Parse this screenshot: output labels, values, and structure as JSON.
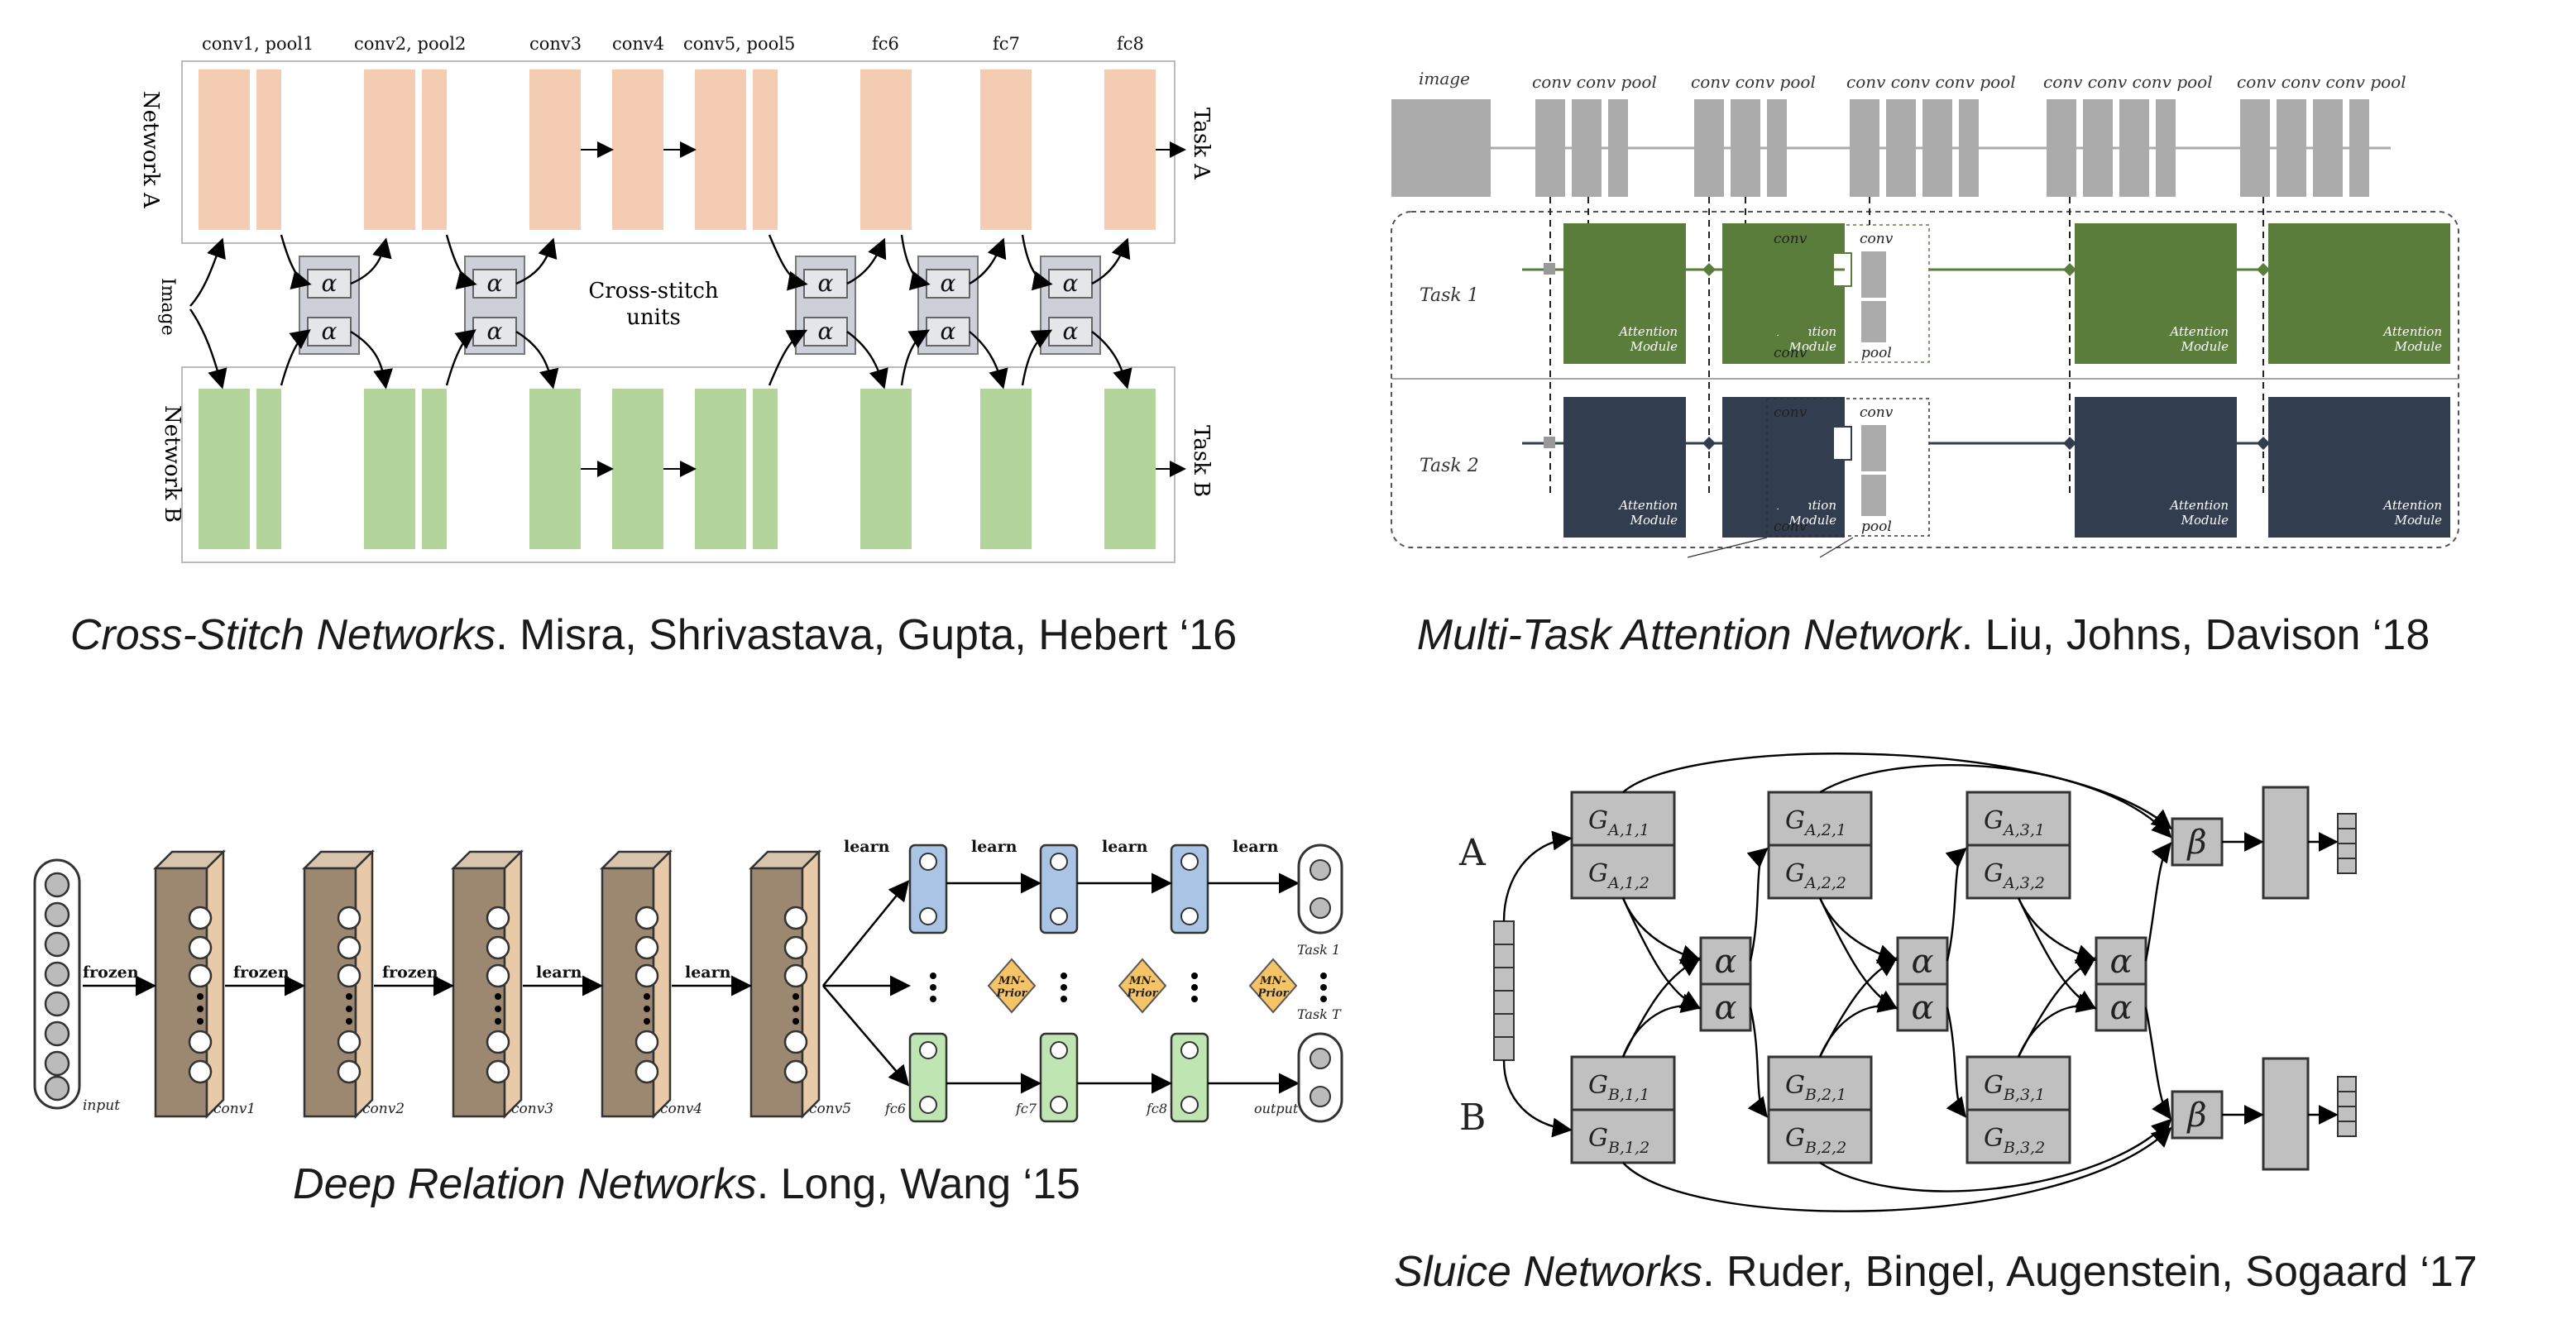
{
  "colors": {
    "orange": "#f4ccb2",
    "green_light": "#b3d59b",
    "attn_green": "#5a7d3c",
    "attn_navy": "#333d50",
    "gray_box": "#ababab",
    "sluice_gray": "#c0c0c0",
    "drn_block": "#9c8870",
    "drn_face": "#e8c9a8",
    "drn_blue": "#a9c4e4",
    "drn_green": "#bfe6b2",
    "drn_prior": "#f6c467"
  },
  "cross_stitch": {
    "labels": [
      "conv1, pool1",
      "conv2, pool2",
      "conv3",
      "conv4",
      "conv5, pool5",
      "fc6",
      "fc7",
      "fc8"
    ],
    "network_a": "Network A",
    "network_b": "Network B",
    "task_a": "Task A",
    "task_b": "Task B",
    "image": "Image",
    "units_line1": "Cross-stitch",
    "units_line2": "units",
    "alpha": "α",
    "caption_title": "Cross-Stitch Networks",
    "caption_rest": ". Misra, Shrivastava, Gupta, Hebert ‘16"
  },
  "mtan": {
    "image": "image",
    "stage_labels": [
      "conv conv pool",
      "conv conv pool",
      "conv conv conv pool",
      "conv conv conv pool",
      "conv conv conv pool"
    ],
    "task1": "Task 1",
    "task2": "Task 2",
    "attn1": "Attention",
    "attn2": "Module",
    "conv": "conv",
    "pool": "pool",
    "caption_title": "Multi-Task Attention Network",
    "caption_rest": ". Liu, Johns, Davison ‘18"
  },
  "drn": {
    "edge_labels": [
      "frozen",
      "frozen",
      "frozen",
      "learn",
      "learn"
    ],
    "layer_labels": [
      "input",
      "conv1",
      "conv2",
      "conv3",
      "conv4",
      "conv5"
    ],
    "fc_labels": [
      "fc6",
      "fc7",
      "fc8",
      "output"
    ],
    "learn": "learn",
    "prior1": "MN-",
    "prior2": "Prior",
    "task1": "Task 1",
    "taskT": "Task T",
    "caption_title": "Deep Relation Networks",
    "caption_rest": ". Long, Wang ‘15"
  },
  "sluice": {
    "A": "A",
    "B": "B",
    "g_top": [
      "G_{A,1,1}",
      "G_{A,2,1}",
      "G_{A,3,1}"
    ],
    "g_top2": [
      "G_{A,1,2}",
      "G_{A,2,2}",
      "G_{A,3,2}"
    ],
    "g_bot": [
      "G_{B,1,1}",
      "G_{B,2,1}",
      "G_{B,3,1}"
    ],
    "g_bot2": [
      "G_{B,1,2}",
      "G_{B,2,2}",
      "G_{B,3,2}"
    ],
    "g": "G",
    "subs_a": [
      "A,1,1",
      "A,1,2",
      "A,2,1",
      "A,2,2",
      "A,3,1",
      "A,3,2"
    ],
    "subs_b": [
      "B,1,1",
      "B,1,2",
      "B,2,1",
      "B,2,2",
      "B,3,1",
      "B,3,2"
    ],
    "alpha": "α",
    "beta": "β",
    "caption_title": "Sluice Networks",
    "caption_rest": ". Ruder, Bingel, Augenstein, Sogaard ‘17"
  }
}
